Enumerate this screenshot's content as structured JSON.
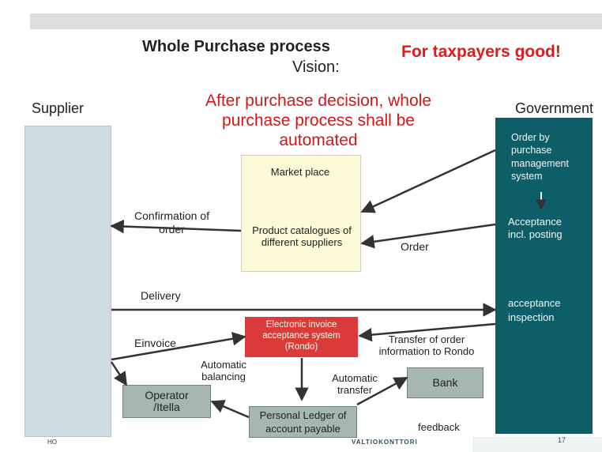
{
  "title": {
    "main": "Whole Purchase process",
    "sub": "Vision:",
    "tagline": "For taxpayers good!"
  },
  "headline": {
    "line1": "After purchase decision, whole",
    "line2": "purchase process shall be",
    "line3": "automated"
  },
  "columns": {
    "supplier": "Supplier",
    "government": "Government"
  },
  "government_steps": {
    "order_system": [
      "Order by",
      "purchase",
      "management",
      "system"
    ],
    "acceptance_posting": [
      "Acceptance",
      "incl. posting"
    ],
    "acceptance_inspection": [
      "acceptance",
      "inspection"
    ]
  },
  "market": {
    "title": "Market place",
    "catalogue": [
      "Product catalogues of",
      "different suppliers"
    ]
  },
  "labels": {
    "confirmation": [
      "Confirmation of",
      "order"
    ],
    "order": "Order",
    "delivery": "Delivery",
    "einvoice": "Einvoice",
    "transfer_order": [
      "Transfer of order",
      "information to Rondo"
    ],
    "auto_balancing": [
      "Automatic",
      "balancing"
    ],
    "auto_transfer": [
      "Automatic",
      "transfer"
    ],
    "feedback": "feedback"
  },
  "boxes": {
    "rondo": [
      "Electronic invoice",
      "acceptance system",
      "(Rondo)"
    ],
    "operator": [
      "Operator",
      "/Itella"
    ],
    "ledger": [
      "Personal Ledger of",
      "account payable"
    ],
    "bank": "Bank"
  },
  "footer": {
    "left": "HO",
    "brand": "VALTIOKONTTORI",
    "page": "17"
  },
  "colors": {
    "headline": "#d01818",
    "tagline": "#e11b1b",
    "government": "#0d5e66",
    "supplier": "#cfdde3",
    "market": "#fcfbd8",
    "rondo": "#d93a3a",
    "grey_box": "#a5b7b0"
  }
}
